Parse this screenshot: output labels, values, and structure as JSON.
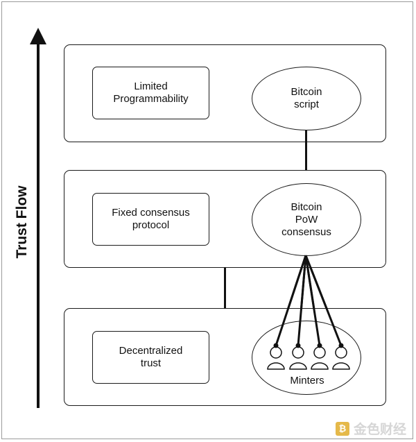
{
  "axis": {
    "label": "Trust Flow"
  },
  "layers": [
    {
      "label": "Limited\nProgrammability",
      "node": "Bitcoin\nscript"
    },
    {
      "label": "Fixed consensus\nprotocol",
      "node": "Bitcoin\nPoW\nconsensus"
    },
    {
      "label": "Decentralized\ntrust",
      "node_label": "Minters"
    }
  ],
  "watermark": {
    "text": "金色财经"
  }
}
